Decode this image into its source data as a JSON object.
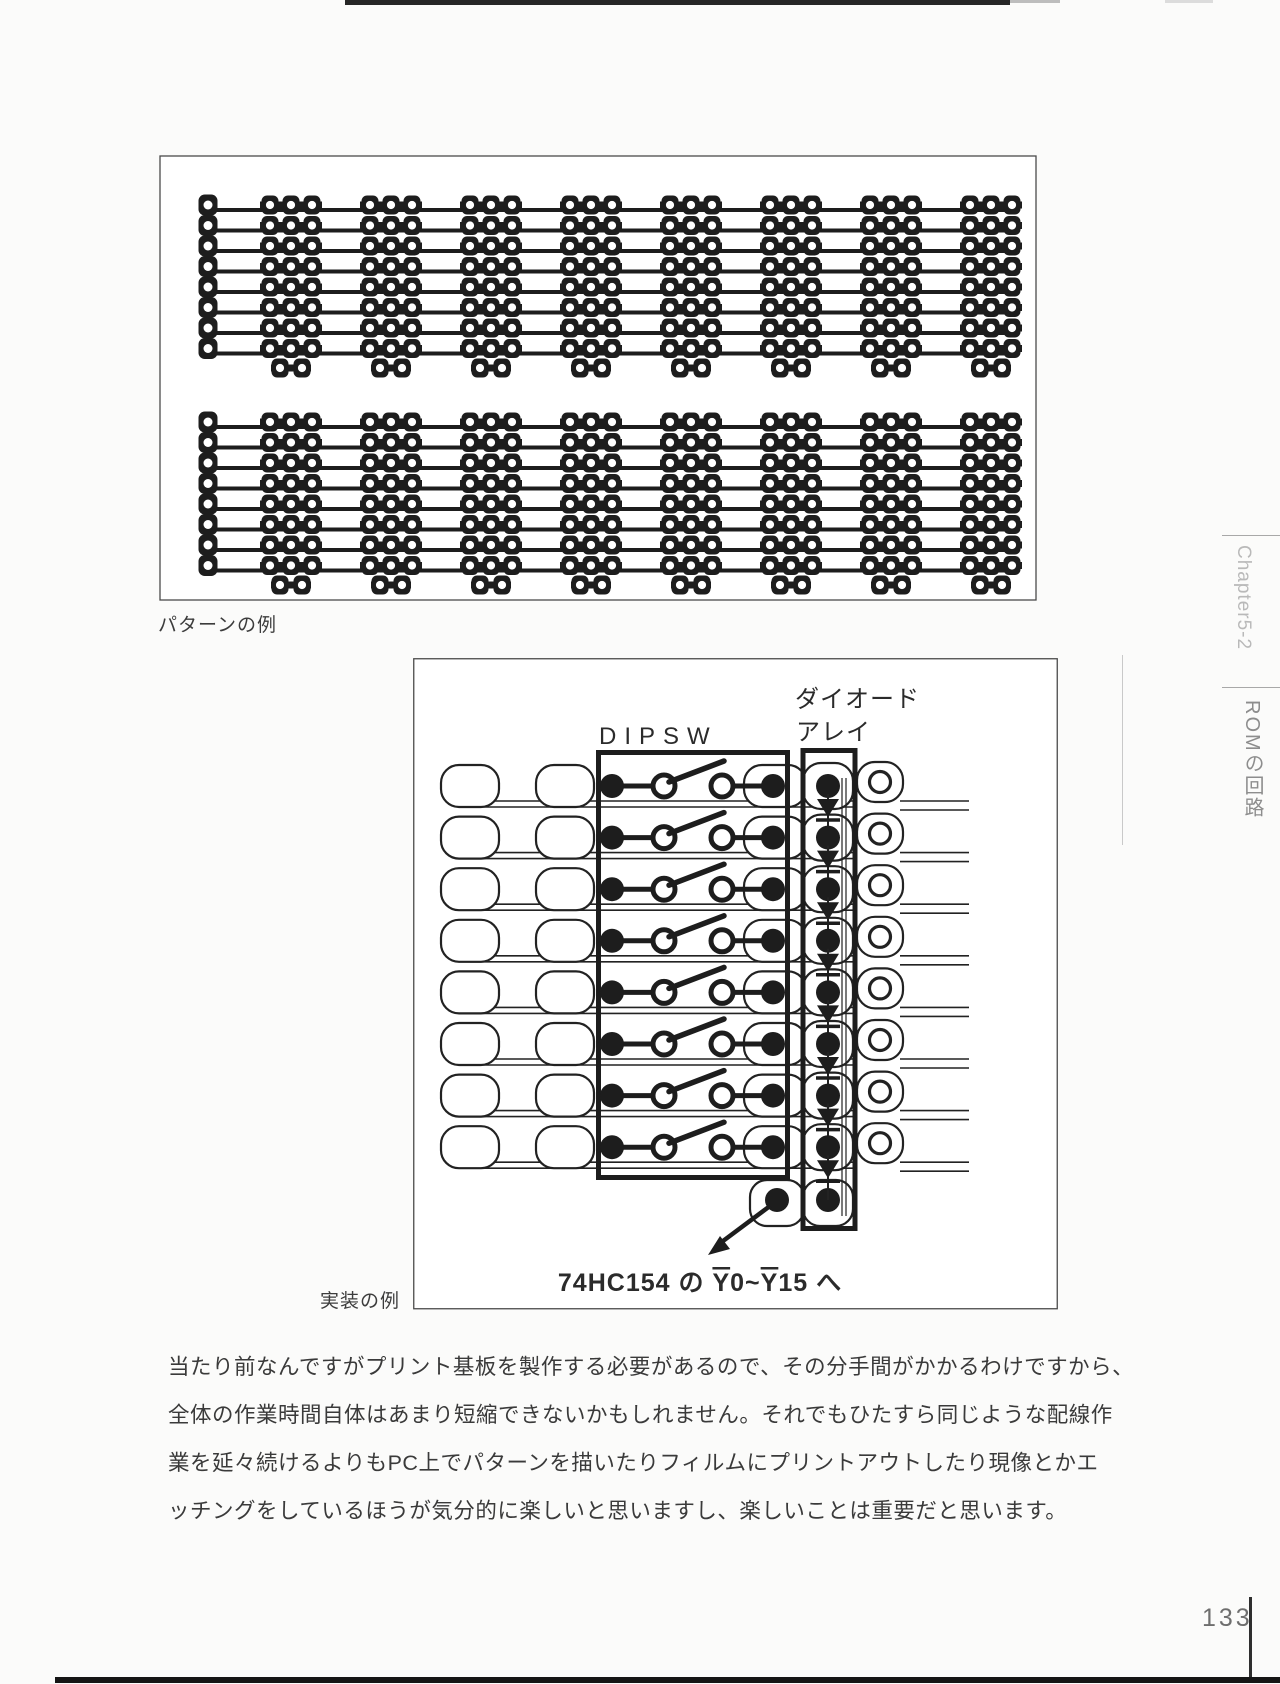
{
  "page": {
    "number": "133",
    "sidebar": {
      "chapter_label": "Chapter5-2",
      "section_label": "ROMの回路"
    },
    "figures": {
      "pattern_example": {
        "caption": "パターンの例",
        "blocks": 2,
        "rows_per_block": 8,
        "groups_per_row": 8,
        "pads_per_group": 3
      },
      "mounting_example": {
        "caption": "実装の例",
        "dipsw_label": "DIPSW",
        "diode_label_line1": "ダイオード",
        "diode_label_line2": "アレイ",
        "switch_rows": 8,
        "annotation": {
          "prefix": "74HC154 の ",
          "y0_letter": "Y",
          "y0_digit": "0",
          "separator": "~",
          "y15_letter": "Y",
          "y15_digit": "15",
          "suffix": " へ"
        }
      }
    },
    "body_text": {
      "lines": [
        "当たり前なんですがプリント基板を製作する必要があるので、その分手間がかかるわけですから、",
        "全体の作業時間自体はあまり短縮できないかもしれません。それでもひたすら同じような配線作",
        "業を延々続けるよりもPC上でパターンを描いたりフィルムにプリントアウトしたり現像とかエ",
        "ッチングをしているほうが気分的に楽しいと思いますし、楽しいことは重要だと思います。"
      ]
    }
  }
}
